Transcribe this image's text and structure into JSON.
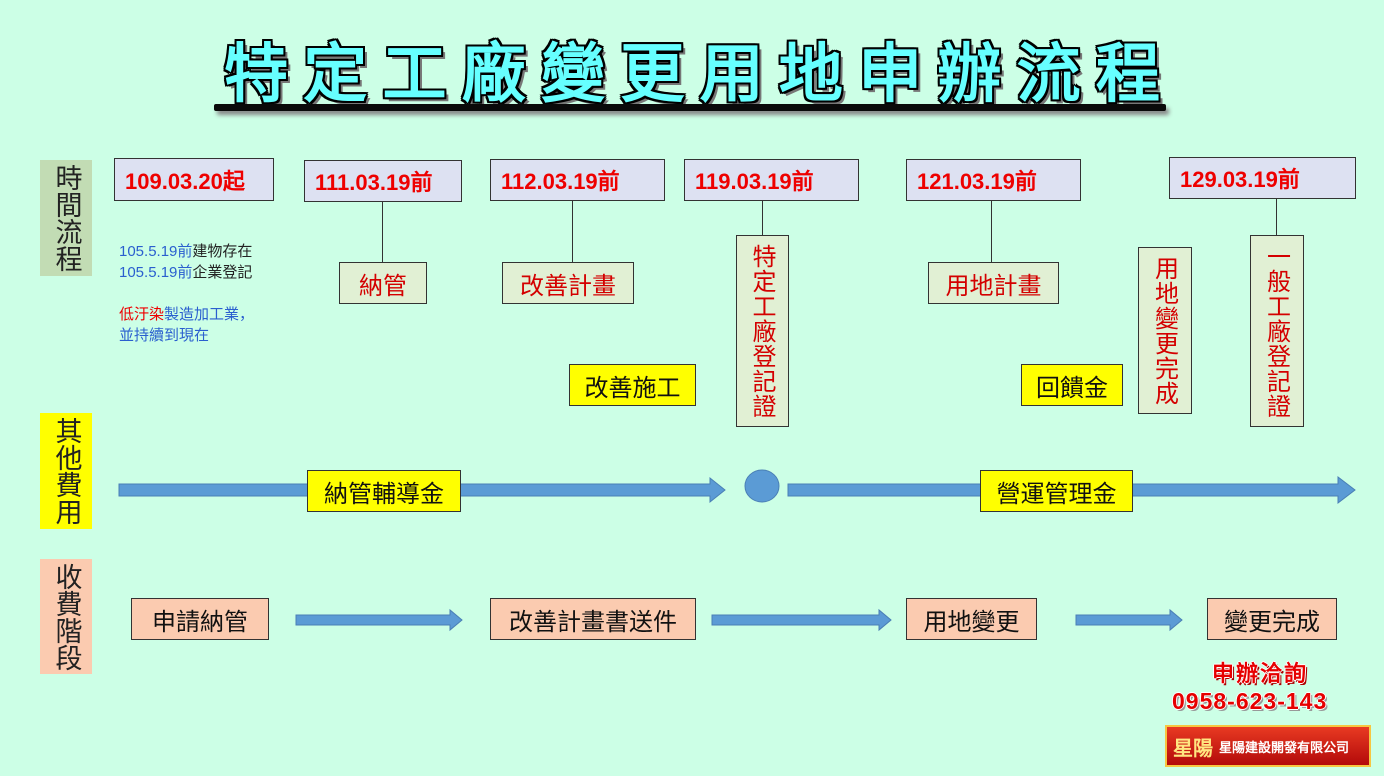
{
  "title": [
    "特",
    "定",
    "工",
    "廠",
    "變",
    "更",
    "用",
    "地",
    "申",
    "辦",
    "流",
    "程"
  ],
  "side_labels": {
    "time": "時間流程",
    "other_fees": "其他費用",
    "fee_stage": "收費階段"
  },
  "timeline_dates": [
    "109.03.20起",
    "111.03.19前",
    "112.03.19前",
    "119.03.19前",
    "121.03.19前",
    "129.03.19前"
  ],
  "notes": {
    "line1_date": "105.5.19前",
    "line1_text": "建物存在",
    "line2_date": "105.5.19前",
    "line2_text": "企業登記",
    "line3_red": "低汙染",
    "line3_blue": "製造加工業，",
    "line4": "並持續到現在"
  },
  "timeline_steps": {
    "registration": "納管",
    "improvement_plan": "改善計畫",
    "improvement_work": "改善施工",
    "factory_cert": "特定工廠登記證",
    "land_use_plan": "用地計畫",
    "feedback": "回饋金",
    "land_change_done": "用地變更完成",
    "general_factory_cert": "一般工廠登記證"
  },
  "other_fees": {
    "guidance_fund": "納管輔導金",
    "operation_fee": "營運管理金"
  },
  "fee_stages": [
    "申請納管",
    "改善計畫書送件",
    "用地變更",
    "變更完成"
  ],
  "contact": {
    "label": "申辦洽詢",
    "phone": "0958-623-143"
  },
  "logo": {
    "mark": "星陽",
    "company": "星陽建設開發有限公司"
  },
  "colors": {
    "background": "#ccffe6",
    "arrow": "#5b9bd5",
    "date_text": "#ee0000",
    "title": "#66ffff"
  }
}
